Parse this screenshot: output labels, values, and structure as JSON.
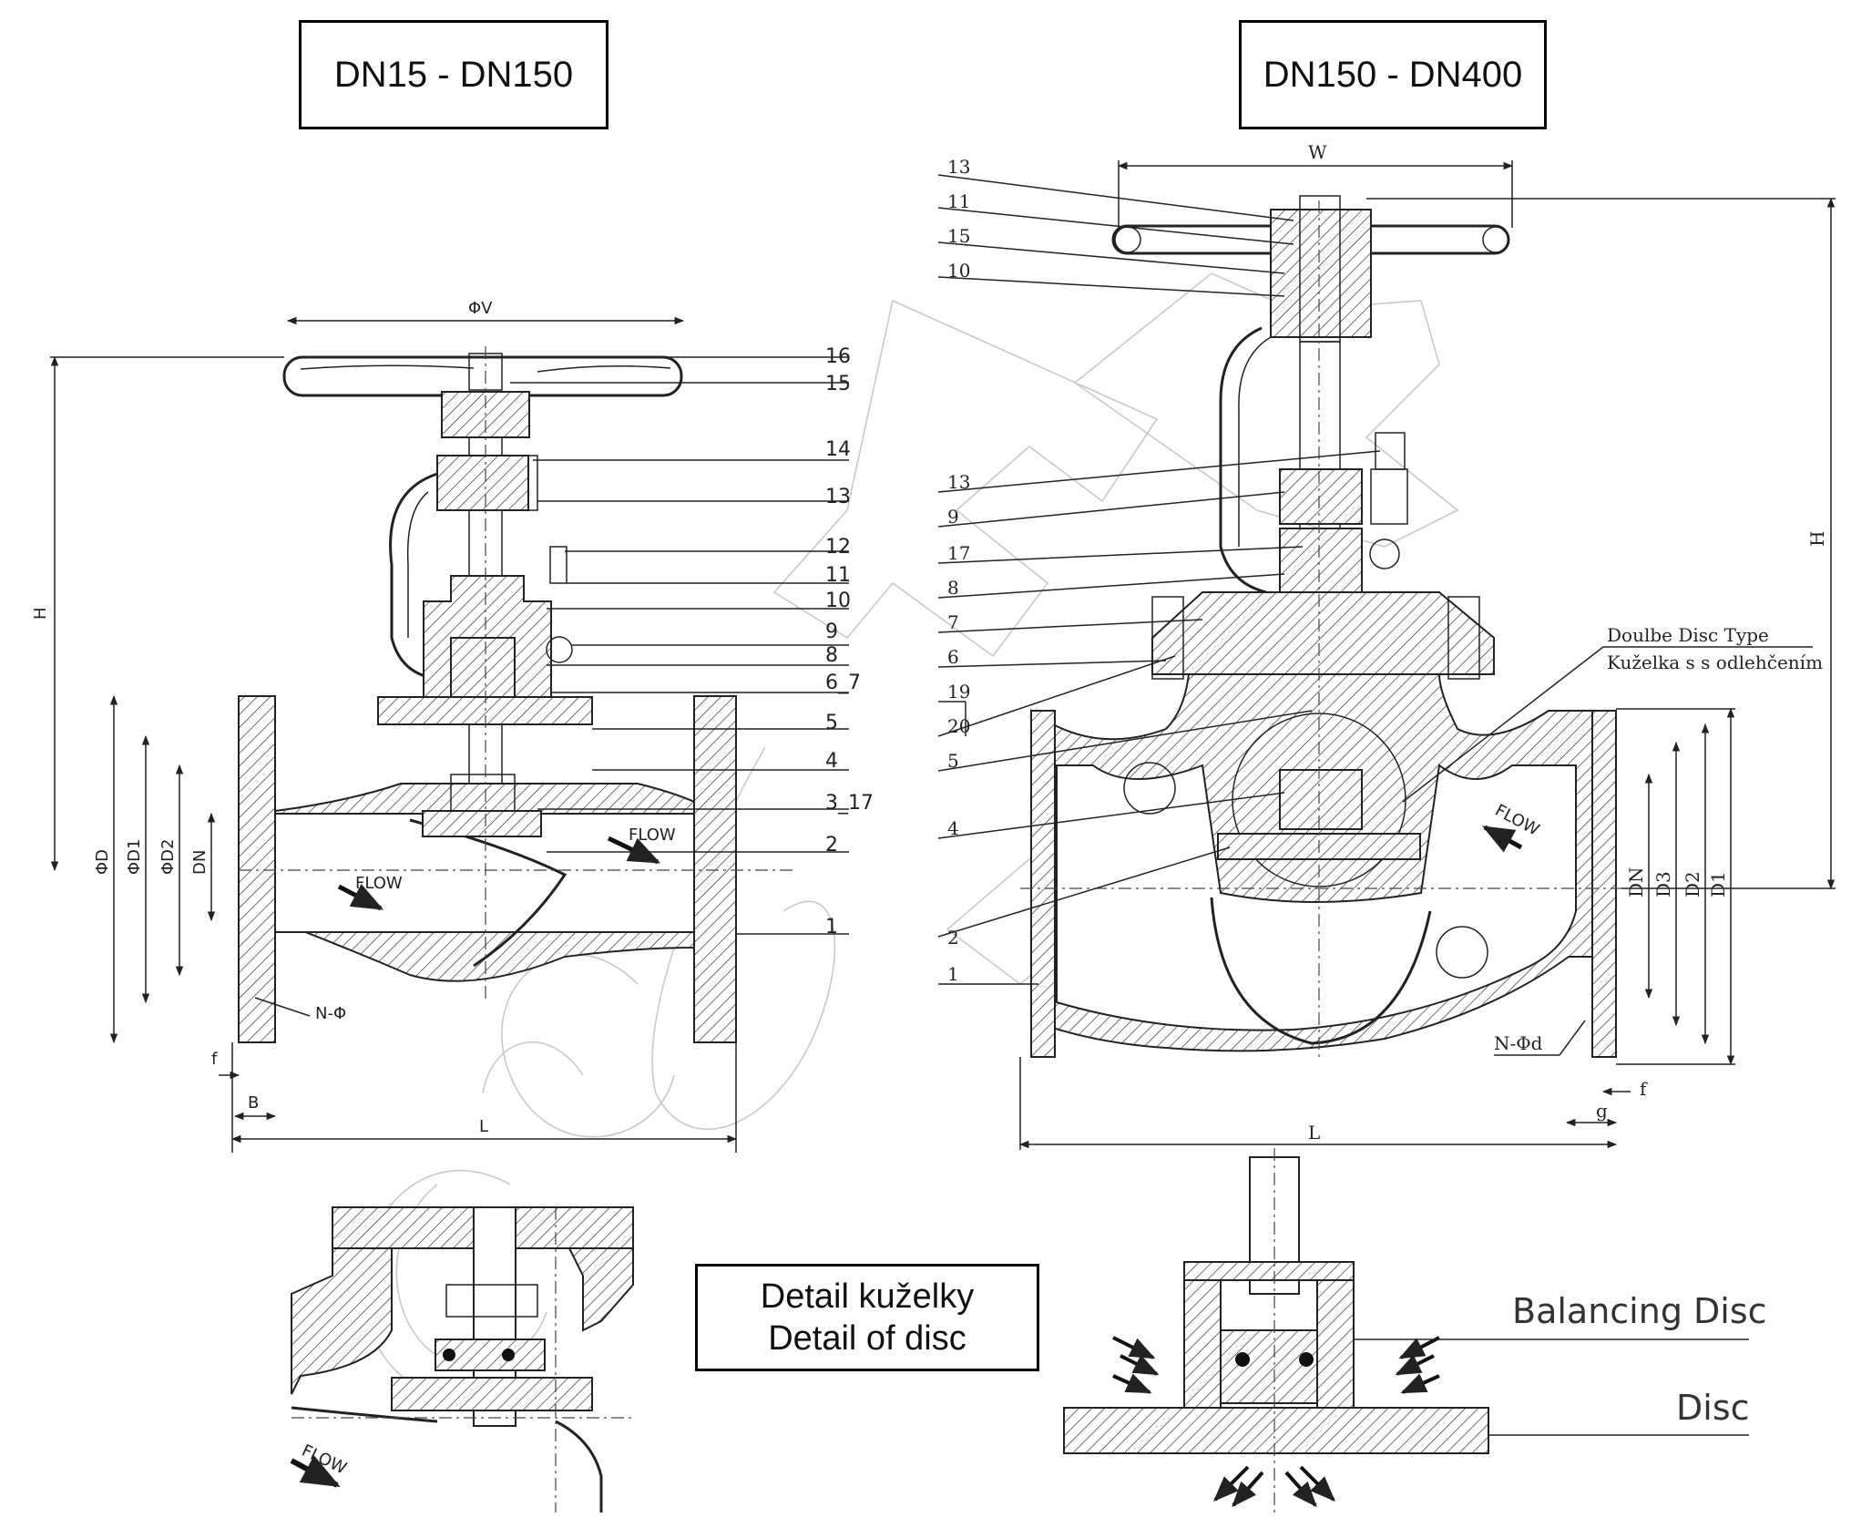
{
  "left_header": "DN15 - DN150",
  "right_header": "DN150 - DN400",
  "detail_box": {
    "line1": "Detail kuželky",
    "line2": "Detail of disc"
  },
  "left_drawing": {
    "part_numbers": [
      "16",
      "15",
      "14",
      "13",
      "12",
      "11",
      "10",
      "9",
      "8",
      "6_7",
      "5",
      "4",
      "3_17",
      "2",
      "1"
    ],
    "dimensions": {
      "handwheel": "ΦV",
      "height": "H",
      "flange_d": "ΦD",
      "flange_d1": "ΦD1",
      "flange_d2": "ΦD2",
      "bore": "DN",
      "bolt_holes": "N-Φ",
      "f": "f",
      "b": "B",
      "length": "L"
    },
    "flow": "FLOW"
  },
  "right_drawing": {
    "part_numbers": [
      "13",
      "11",
      "15",
      "10",
      "13",
      "9",
      "17",
      "8",
      "7",
      "6",
      "19",
      "20",
      "5",
      "4",
      "2",
      "1"
    ],
    "dimensions": {
      "width": "W",
      "height": "H",
      "bore": "DN",
      "d3": "D3",
      "d2": "D2",
      "d1": "D1",
      "bolt_holes": "N-Φd",
      "f": "f",
      "g": "g",
      "length": "L"
    },
    "type_label": "Doulbe Disc Type",
    "type_label_cz": "Kuželka s s odlehčením",
    "flow": "FLOW"
  },
  "detail_left": {
    "flow": "FLOW"
  },
  "detail_right": {
    "balancing_disc": "Balancing Disc",
    "disc": "Disc"
  }
}
